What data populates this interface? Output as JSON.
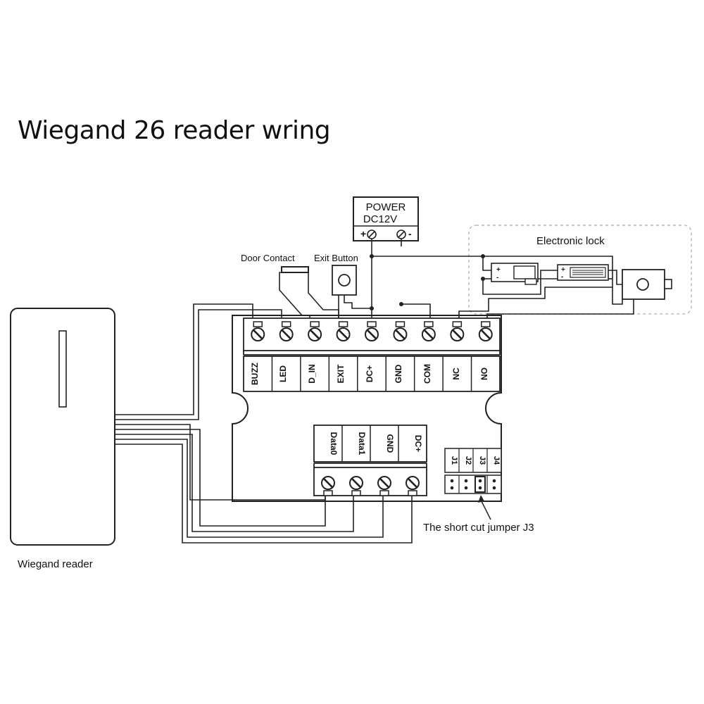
{
  "title": "Wiegand 26 reader wring",
  "power": {
    "line1": "POWER",
    "line2": "DC12V",
    "plus": "+",
    "minus": "-"
  },
  "labels": {
    "door_contact": "Door Contact",
    "exit_button": "Exit Button",
    "electronic_lock": "Electronic lock",
    "reader": "Wiegand reader",
    "jumper_note": "The short cut jumper J3"
  },
  "top_terminals": [
    "BUZZ",
    "LED",
    "D_IN",
    "EXIT",
    "DC+",
    "GND",
    "COM",
    "NC",
    "NO"
  ],
  "bottom_terminals": [
    "Data0",
    "Data1",
    "GND",
    "DC+"
  ],
  "jumpers": [
    "J1",
    "J2",
    "J3",
    "J4"
  ],
  "lock_symbols": {
    "plus": "+",
    "minus": "-"
  }
}
